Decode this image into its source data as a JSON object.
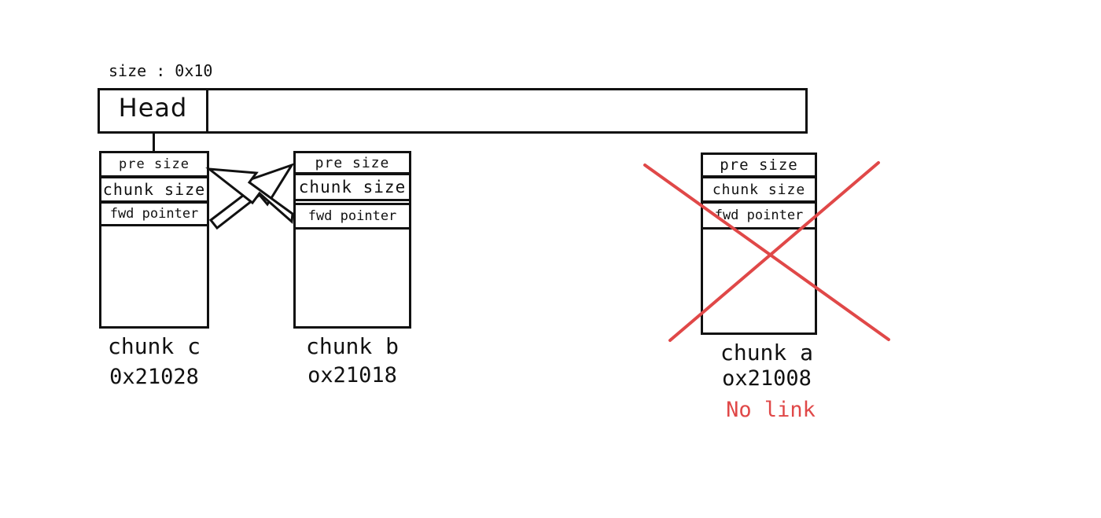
{
  "header": {
    "size_label": "size : 0x10",
    "head_label": "Head"
  },
  "chunks": [
    {
      "name": "chunk c",
      "address": "0x21028",
      "fields": [
        "pre size",
        "chunk size",
        "fwd pointer"
      ]
    },
    {
      "name": "chunk b",
      "address": "ox21018",
      "fields": [
        "pre size",
        "chunk size",
        "fwd pointer"
      ]
    },
    {
      "name": "chunk a",
      "address": "ox21008",
      "fields": [
        "pre size",
        "chunk size",
        "fwd pointer"
      ],
      "status": "No link",
      "crossed_out": true
    }
  ],
  "colors": {
    "line": "#111111",
    "cross": "#e04848",
    "status": "#e04848"
  }
}
